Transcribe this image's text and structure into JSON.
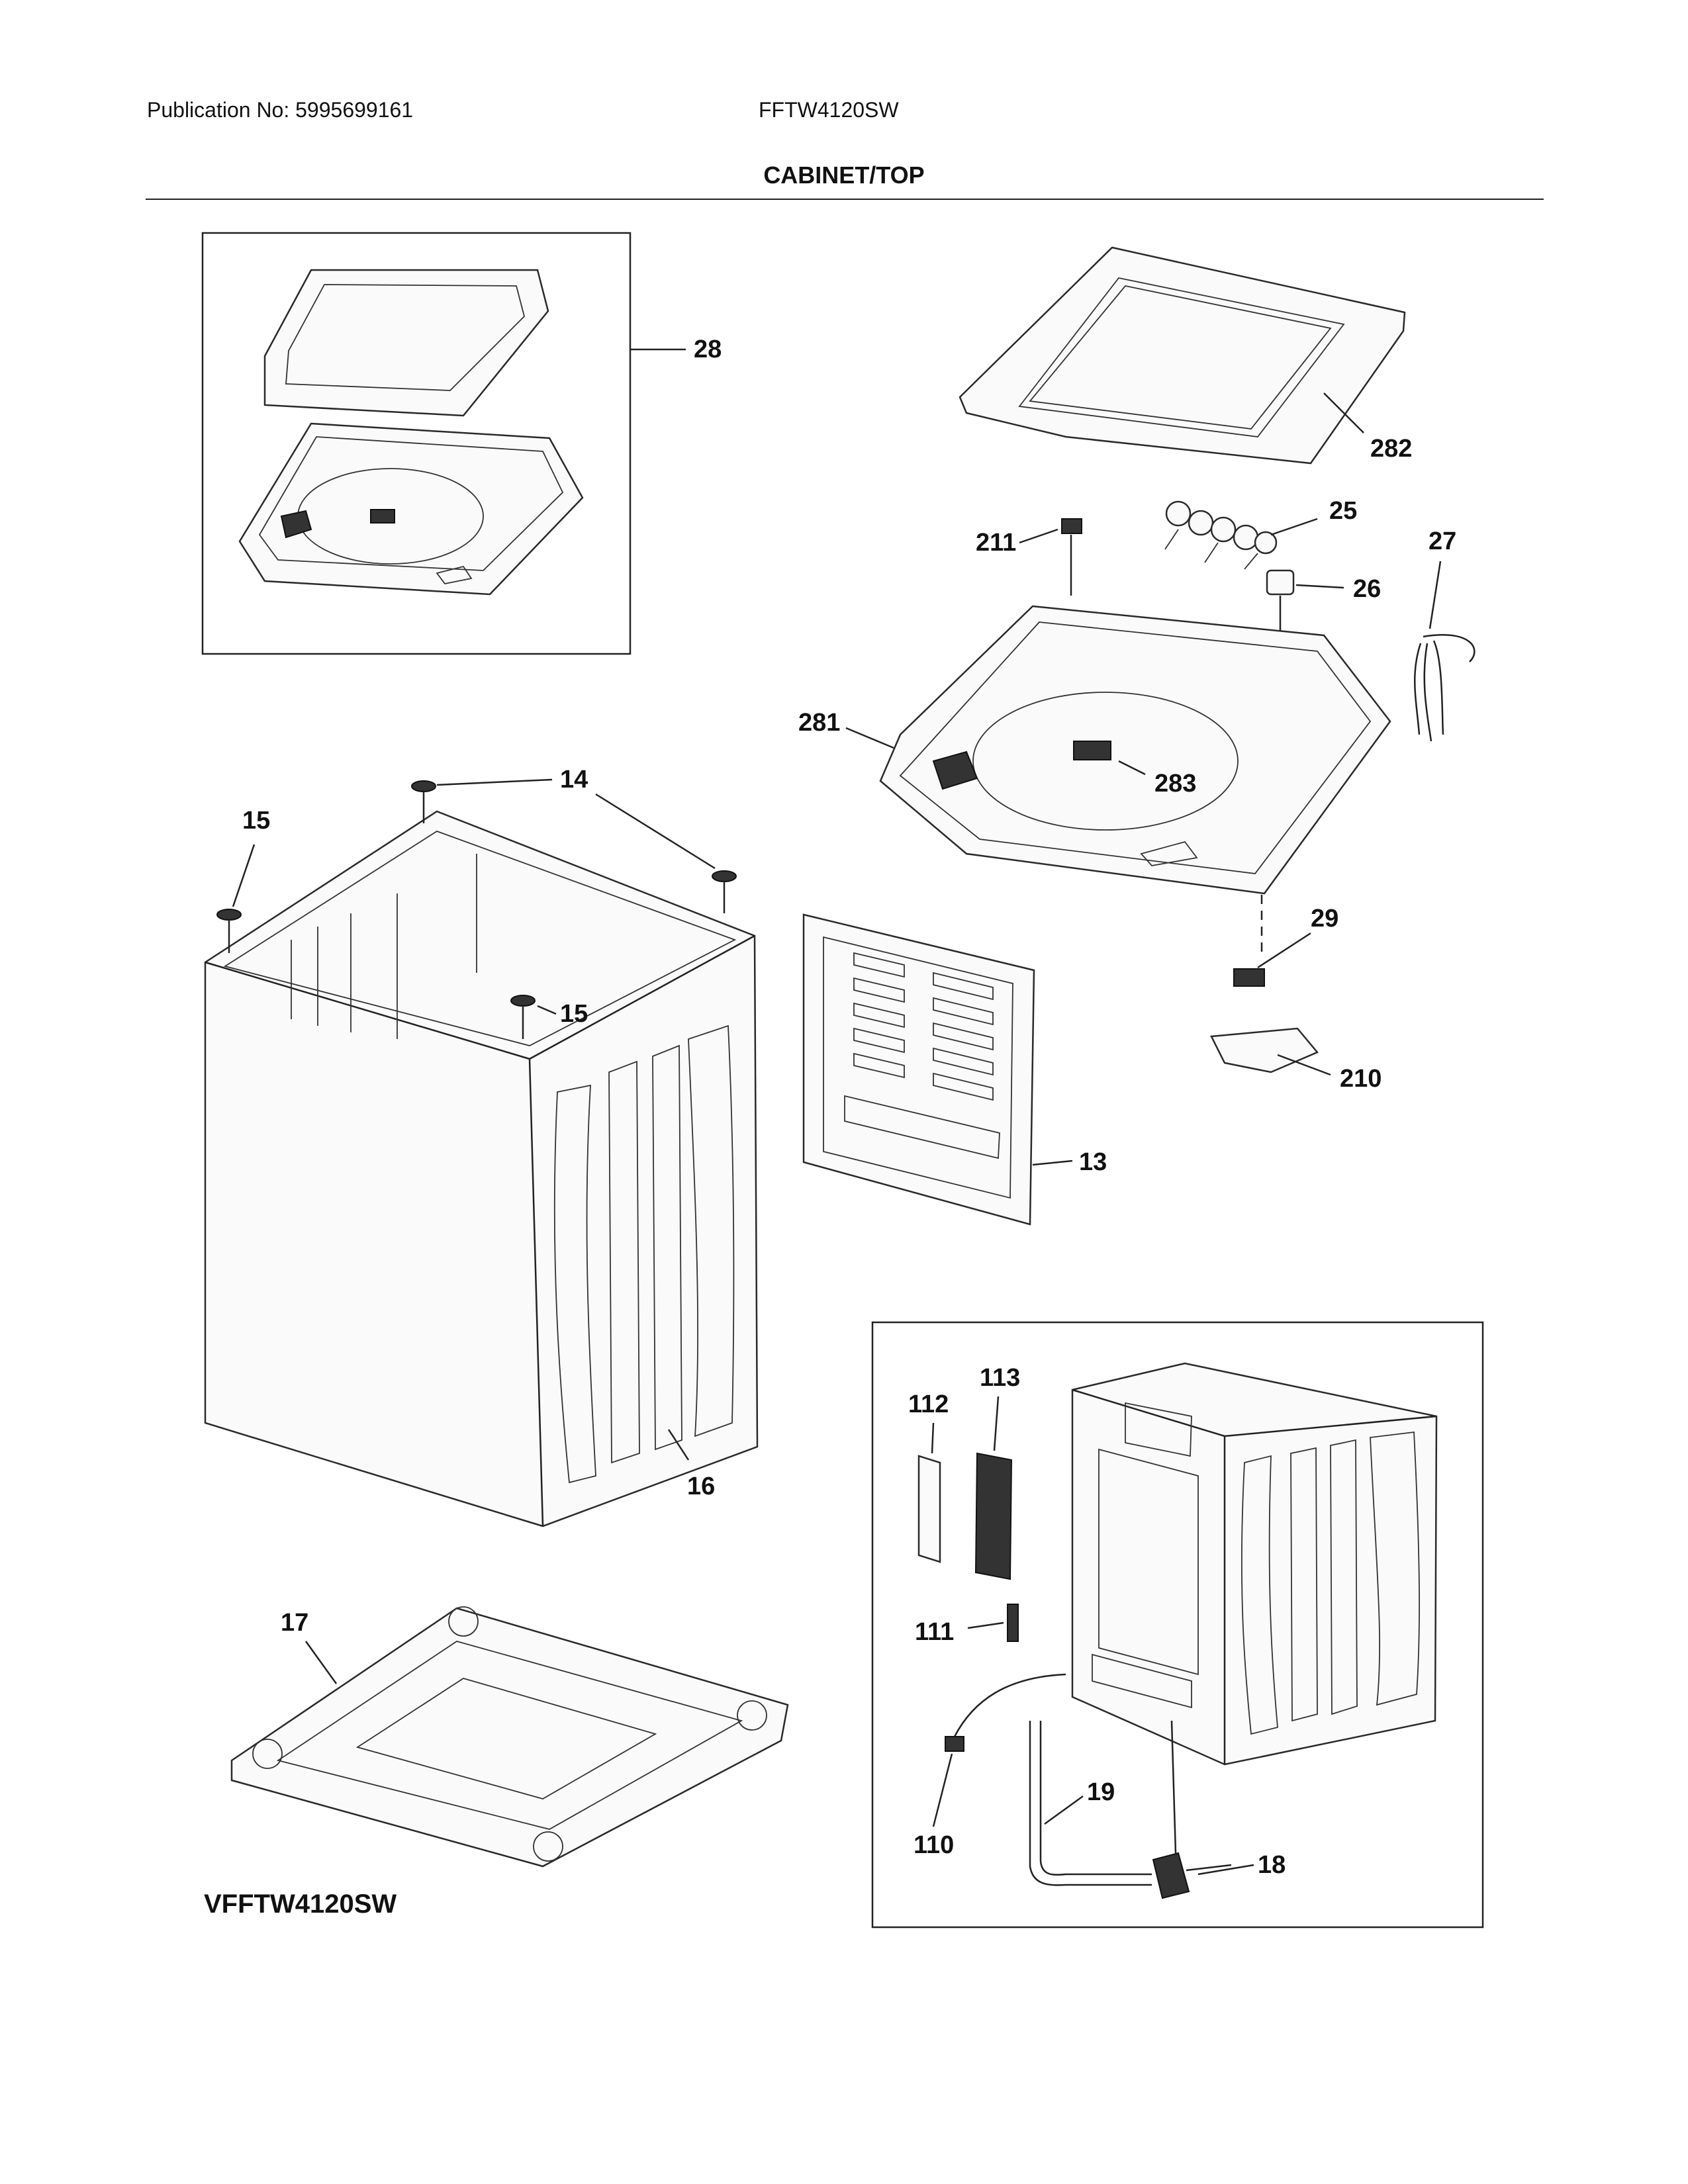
{
  "header": {
    "publication": "Publication No: 5995699161",
    "model": "FFTW4120SW",
    "section_title": "CABINET/TOP"
  },
  "callouts": {
    "c28": "28",
    "c282": "282",
    "c211": "211",
    "c25": "25",
    "c26": "26",
    "c27": "27",
    "c281": "281",
    "c283": "283",
    "c14": "14",
    "c15a": "15",
    "c15b": "15",
    "c29": "29",
    "c210": "210",
    "c13": "13",
    "c16": "16",
    "c17": "17",
    "c112": "112",
    "c113": "113",
    "c111": "111",
    "c19": "19",
    "c110": "110",
    "c18": "18"
  },
  "footer": {
    "diagram_code": "VFFTW4120SW"
  }
}
